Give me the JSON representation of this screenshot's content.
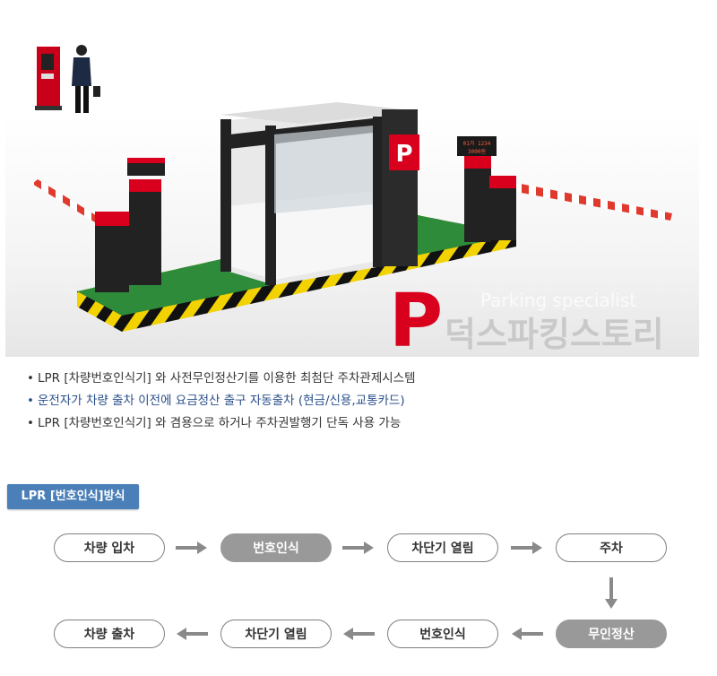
{
  "watermark": {
    "english": "Parking specialist",
    "korean": "덕스파킹스토리",
    "letter": "P"
  },
  "booth": {
    "sign": "P",
    "display_line1": "01가 1234",
    "display_line2": "3000원"
  },
  "features": [
    {
      "text": "LPR [차량번호인식기] 와 사전무인정산기를 이용한 최첨단 주차관제시스템",
      "highlight": false
    },
    {
      "text": "운전자가 차량 출차 이전에 요금정산 출구 자동출차 (현금/신용,교통카드)",
      "highlight": true
    },
    {
      "text": "LPR [차량번호인식기] 와 겸용으로 하거나 주차권발행기 단독 사용 가능",
      "highlight": false
    }
  ],
  "bullet_glyph": "•",
  "section_badge": "LPR [번호인식]방식",
  "flow": {
    "steps": [
      {
        "label": "차량 입차",
        "style": "outline"
      },
      {
        "label": "번호인식",
        "style": "filled"
      },
      {
        "label": "차단기 열림",
        "style": "outline"
      },
      {
        "label": "주차",
        "style": "outline"
      },
      {
        "label": "무인정산",
        "style": "filled"
      },
      {
        "label": "번호인식",
        "style": "outline"
      },
      {
        "label": "차단기 열림",
        "style": "outline"
      },
      {
        "label": "차량 출차",
        "style": "outline"
      }
    ],
    "arrow_color": "#8a8a8a"
  },
  "colors": {
    "accent_red": "#d8001c",
    "badge_blue": "#4a7fb7",
    "platform_green": "#2e8b3a"
  }
}
